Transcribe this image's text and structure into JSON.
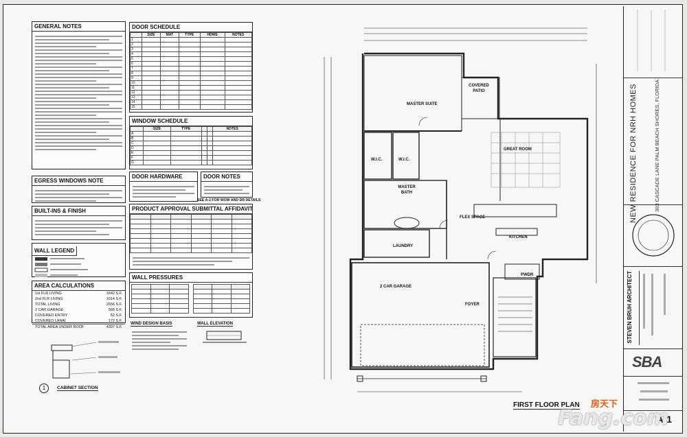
{
  "general_notes": {
    "title": "GENERAL NOTES"
  },
  "door_schedule": {
    "title": "DOOR SCHEDULE",
    "headers": [
      "SIZE",
      "MAT",
      "TYPE",
      "HDWE",
      "NOTES"
    ],
    "numbers": [
      "1",
      "2",
      "3",
      "4",
      "5",
      "6",
      "7",
      "8",
      "9",
      "10",
      "11",
      "12",
      "13",
      "14",
      "15"
    ]
  },
  "window_schedule": {
    "title": "WINDOW SCHEDULE",
    "headers": [
      "SIZE",
      "TYPE",
      "NOTES"
    ],
    "letters": [
      "A",
      "B",
      "C",
      "D",
      "E",
      "F",
      "G"
    ]
  },
  "door_hardware": {
    "title": "DOOR HARDWARE"
  },
  "door_notes": {
    "title": "DOOR NOTES",
    "ref": "SEE A-2 FOR WOW AND DR DETAILS"
  },
  "egress": {
    "title": "EGRESS WINDOWS NOTE"
  },
  "builtins": {
    "title": "BUILT-INS & FINISH"
  },
  "wall_legend": {
    "title": "WALL LEGEND"
  },
  "product_approval": {
    "title": "PRODUCT APPROVAL SUBMITTAL AFFIDAVIT"
  },
  "area": {
    "title": "AREA CALCULATIONS",
    "rows": [
      {
        "label": "1st FLR LIVING",
        "value": "1642 S.F."
      },
      {
        "label": "2nd FLR LIVING",
        "value": "1014 S.F."
      },
      {
        "label": "TOTAL LIVING",
        "value": "2656 S.F."
      },
      {
        "label": "2 CAR GARAGE",
        "value": "568 S.F."
      },
      {
        "label": "COVERED ENTRY",
        "value": "52 S.F."
      },
      {
        "label": "COVERED LANAI",
        "value": "172 S.F."
      }
    ],
    "total_label": "TOTAL AREA UNDER ROOF",
    "total_value": "4397 S.F."
  },
  "wall_pressures": {
    "title": "WALL PRESSURES"
  },
  "wind_design": {
    "title": "WIND DESIGN BASIS"
  },
  "wall_elevation": {
    "title": "WALL ELEVATION"
  },
  "cabinet": {
    "number": "1",
    "title": "CABINET SECTION"
  },
  "plan": {
    "title": "FIRST FLOOR PLAN",
    "rooms": {
      "master_suite": "MASTER SUITE",
      "covered_patio": "COVERED PATIO",
      "great_room": "GREAT ROOM",
      "wic1": "W.I.C.",
      "wic2": "W.I.C.",
      "master_bath": "MASTER BATH",
      "flex": "FLEX SPACE",
      "kitchen": "KITCHEN",
      "laundry": "LAUNDRY",
      "garage": "2 CAR GARAGE",
      "foyer": "FOYER",
      "pwdr": "PWDR"
    }
  },
  "titleblock": {
    "project": "NEW RESIDENCE FOR NRH HOMES",
    "address": "303 CASCADE LANE PALM BEACH SHORES, FLORIDA",
    "architect": "STEVEN BRUH ARCHITECT",
    "logo": "SBA",
    "sheet": "A-1"
  },
  "watermark": {
    "cn": "房天下",
    "en": "Fang.com"
  },
  "colors": {
    "line": "#222222",
    "watermark": "#e0601a",
    "paper": "#f7f7f5"
  }
}
